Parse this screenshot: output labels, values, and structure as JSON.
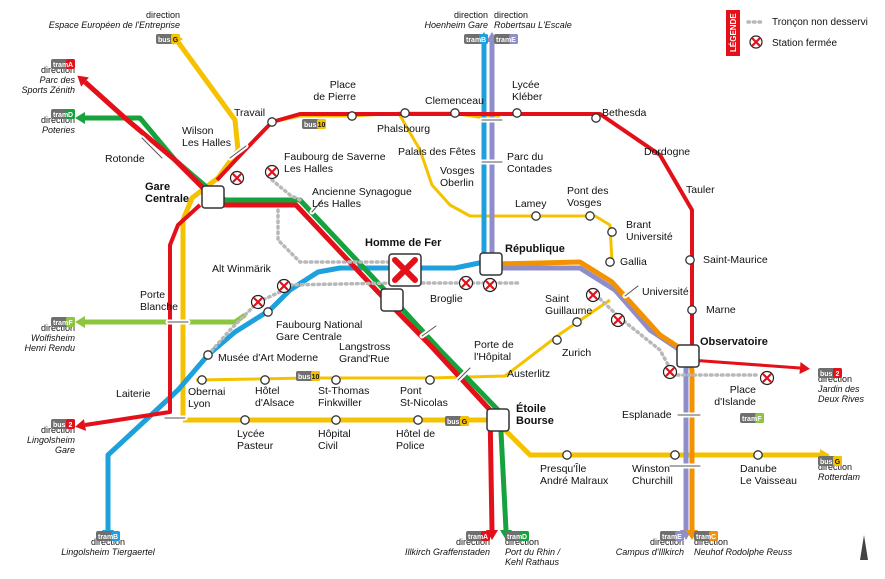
{
  "legend": {
    "title": "LÉGENDE",
    "items": [
      {
        "type": "dotted",
        "label": "Tronçon non desservi"
      },
      {
        "type": "closed",
        "label": "Station fermée"
      }
    ]
  },
  "colors": {
    "A": "#e3101a",
    "B": "#1ea0dc",
    "C": "#f39200",
    "D": "#16a33e",
    "E": "#8f8ecb",
    "F": "#8cc63f",
    "G": "#f5c200",
    "bus": "#6f6f6f",
    "bus10": "#f5c200",
    "bus2": "#e3101a",
    "closed": "#e3101a"
  },
  "directions": [
    {
      "key": "espace",
      "pre": "direction",
      "name": [
        "Espace Européen de l'Entreprise"
      ],
      "badge": {
        "mode": "bus",
        "line": "G"
      }
    },
    {
      "key": "hoenheim",
      "pre": "direction",
      "name": [
        "Hoenheim Gare"
      ],
      "badge": {
        "mode": "tram",
        "line": "B"
      }
    },
    {
      "key": "robertsau",
      "pre": "direction",
      "name": [
        "Robertsau L'Escale"
      ],
      "badge": {
        "mode": "tram",
        "line": "E"
      }
    },
    {
      "key": "parc",
      "pre": "direction",
      "name": [
        "Parc des",
        "Sports Zénith"
      ],
      "badge": {
        "mode": "tram",
        "line": "A"
      }
    },
    {
      "key": "poteries",
      "pre": "direction",
      "name": [
        "Poteries"
      ],
      "badge": {
        "mode": "tram",
        "line": "D"
      }
    },
    {
      "key": "wolfisheim",
      "pre": "direction",
      "name": [
        "Wolfisheim",
        "Henri Rendu"
      ],
      "badge": {
        "mode": "tram",
        "line": "F"
      }
    },
    {
      "key": "lingolsheimgare",
      "pre": "direction",
      "name": [
        "Lingolsheim",
        "Gare"
      ],
      "badge": {
        "mode": "bus",
        "line": "2"
      }
    },
    {
      "key": "tiergaertel",
      "pre": "direction",
      "name": [
        "Lingolsheim Tiergaertel"
      ],
      "badge": {
        "mode": "tram",
        "line": "B"
      }
    },
    {
      "key": "illkirch",
      "pre": "direction",
      "name": [
        "Illkirch Graffenstaden"
      ],
      "badge": {
        "mode": "tram",
        "line": "A"
      }
    },
    {
      "key": "rhin",
      "pre": "direction",
      "name": [
        "Port du Rhin /",
        "Kehl Rathaus"
      ],
      "badge": {
        "mode": "tram",
        "line": "D"
      }
    },
    {
      "key": "campus",
      "pre": "direction",
      "name": [
        "Campus d'Illkirch"
      ],
      "badge": {
        "mode": "tram",
        "line": "E"
      }
    },
    {
      "key": "neuhof",
      "pre": "direction",
      "name": [
        "Neuhof Rodolphe Reuss"
      ],
      "badge": {
        "mode": "tram",
        "line": "C"
      }
    },
    {
      "key": "rotterdam",
      "pre": "direction",
      "name": [
        "Rotterdam"
      ],
      "badge": {
        "mode": "bus",
        "line": "G"
      }
    },
    {
      "key": "jardin",
      "pre": "direction",
      "name": [
        "Jardin des",
        "Deux Rives"
      ],
      "badge": {
        "mode": "bus",
        "line": "2"
      }
    }
  ],
  "badges_inline": [
    {
      "key": "bus10_top",
      "mode": "bus",
      "line": "10"
    },
    {
      "key": "bus10_bottom",
      "mode": "bus",
      "line": "10"
    },
    {
      "key": "busG_bottom",
      "mode": "bus",
      "line": "G"
    },
    {
      "key": "tramF_islande",
      "mode": "tram",
      "line": "F"
    }
  ],
  "stations": [
    {
      "key": "gare",
      "lines": [
        "Gare",
        "Centrale"
      ],
      "bold": true
    },
    {
      "key": "hommedefer",
      "lines": [
        "Homme de Fer"
      ],
      "bold": true
    },
    {
      "key": "republique",
      "lines": [
        "République"
      ],
      "bold": true
    },
    {
      "key": "observatoire",
      "lines": [
        "Observatoire"
      ],
      "bold": true
    },
    {
      "key": "etoile",
      "lines": [
        "Étoile",
        "Bourse"
      ],
      "bold": true
    },
    {
      "key": "travail",
      "lines": [
        "Travail"
      ]
    },
    {
      "key": "placedepierre",
      "lines": [
        "Place",
        "de Pierre"
      ]
    },
    {
      "key": "clemenceau",
      "lines": [
        "Clemenceau"
      ]
    },
    {
      "key": "lycee",
      "lines": [
        "Lycée",
        "Kléber"
      ]
    },
    {
      "key": "bethesda",
      "lines": [
        "Bethesda"
      ]
    },
    {
      "key": "dordogne",
      "lines": [
        "Dordogne"
      ]
    },
    {
      "key": "tauler",
      "lines": [
        "Tauler"
      ]
    },
    {
      "key": "saintmaurice",
      "lines": [
        "Saint-Maurice"
      ]
    },
    {
      "key": "marne",
      "lines": [
        "Marne"
      ]
    },
    {
      "key": "phalsbourg",
      "lines": [
        "Phalsbourg"
      ]
    },
    {
      "key": "palais",
      "lines": [
        "Palais des Fêtes"
      ]
    },
    {
      "key": "vosges",
      "lines": [
        "Vosges",
        "Oberlin"
      ]
    },
    {
      "key": "parcdu",
      "lines": [
        "Parc du",
        "Contades"
      ]
    },
    {
      "key": "lamey",
      "lines": [
        "Lamey"
      ]
    },
    {
      "key": "pontvosges",
      "lines": [
        "Pont des",
        "Vosges"
      ]
    },
    {
      "key": "brant",
      "lines": [
        "Brant",
        "Université"
      ]
    },
    {
      "key": "gallia",
      "lines": [
        "Gallia"
      ]
    },
    {
      "key": "universite",
      "lines": [
        "Université"
      ]
    },
    {
      "key": "saintguillaume",
      "lines": [
        "Saint",
        "Guillaume"
      ]
    },
    {
      "key": "zurich",
      "lines": [
        "Zurich"
      ]
    },
    {
      "key": "austerlitz",
      "lines": [
        "Austerlitz"
      ]
    },
    {
      "key": "pontdel",
      "lines": [
        "Porte de",
        "l'Hôpital"
      ]
    },
    {
      "key": "langstross",
      "lines": [
        "Langstross",
        "Grand'Rue"
      ]
    },
    {
      "key": "broglie",
      "lines": [
        "Broglie"
      ]
    },
    {
      "key": "wilson",
      "lines": [
        "Wilson",
        "Les Halles"
      ]
    },
    {
      "key": "rotonde",
      "lines": [
        "Rotonde"
      ]
    },
    {
      "key": "faubourgsav",
      "lines": [
        "Faubourg de Saverne",
        "Les Halles"
      ]
    },
    {
      "key": "synagogue",
      "lines": [
        "Ancienne Synagogue",
        "Les Halles"
      ]
    },
    {
      "key": "altwinmarik",
      "lines": [
        "Alt Winmärik"
      ]
    },
    {
      "key": "faubourgnat",
      "lines": [
        "Faubourg National",
        "Gare Centrale"
      ]
    },
    {
      "key": "museeart",
      "lines": [
        "Musée d'Art Moderne"
      ]
    },
    {
      "key": "porteblanche",
      "lines": [
        "Porte",
        "Blanche"
      ]
    },
    {
      "key": "laiterie",
      "lines": [
        "Laiterie"
      ]
    },
    {
      "key": "obernai",
      "lines": [
        "Obernai",
        "Lyon"
      ]
    },
    {
      "key": "hotelalsace",
      "lines": [
        "Hôtel",
        "d'Alsace"
      ]
    },
    {
      "key": "stthomas",
      "lines": [
        "St-Thomas",
        "Finkwiller"
      ]
    },
    {
      "key": "pontstnicolas",
      "lines": [
        "Pont",
        "St-Nicolas"
      ]
    },
    {
      "key": "lyceepasteur",
      "lines": [
        "Lycée",
        "Pasteur"
      ]
    },
    {
      "key": "hopitalcivil",
      "lines": [
        "Hôpital",
        "Civil"
      ]
    },
    {
      "key": "hoteldepolice",
      "lines": [
        "Hôtel de",
        "Police"
      ]
    },
    {
      "key": "presquile",
      "lines": [
        "Presqu'Île",
        "André Malraux"
      ]
    },
    {
      "key": "winston",
      "lines": [
        "Winston",
        "Churchill"
      ]
    },
    {
      "key": "danube",
      "lines": [
        "Danube",
        "Le Vaisseau"
      ]
    },
    {
      "key": "esplanade",
      "lines": [
        "Esplanade"
      ]
    },
    {
      "key": "placeislande",
      "lines": [
        "Place",
        "d'Islande"
      ]
    }
  ]
}
